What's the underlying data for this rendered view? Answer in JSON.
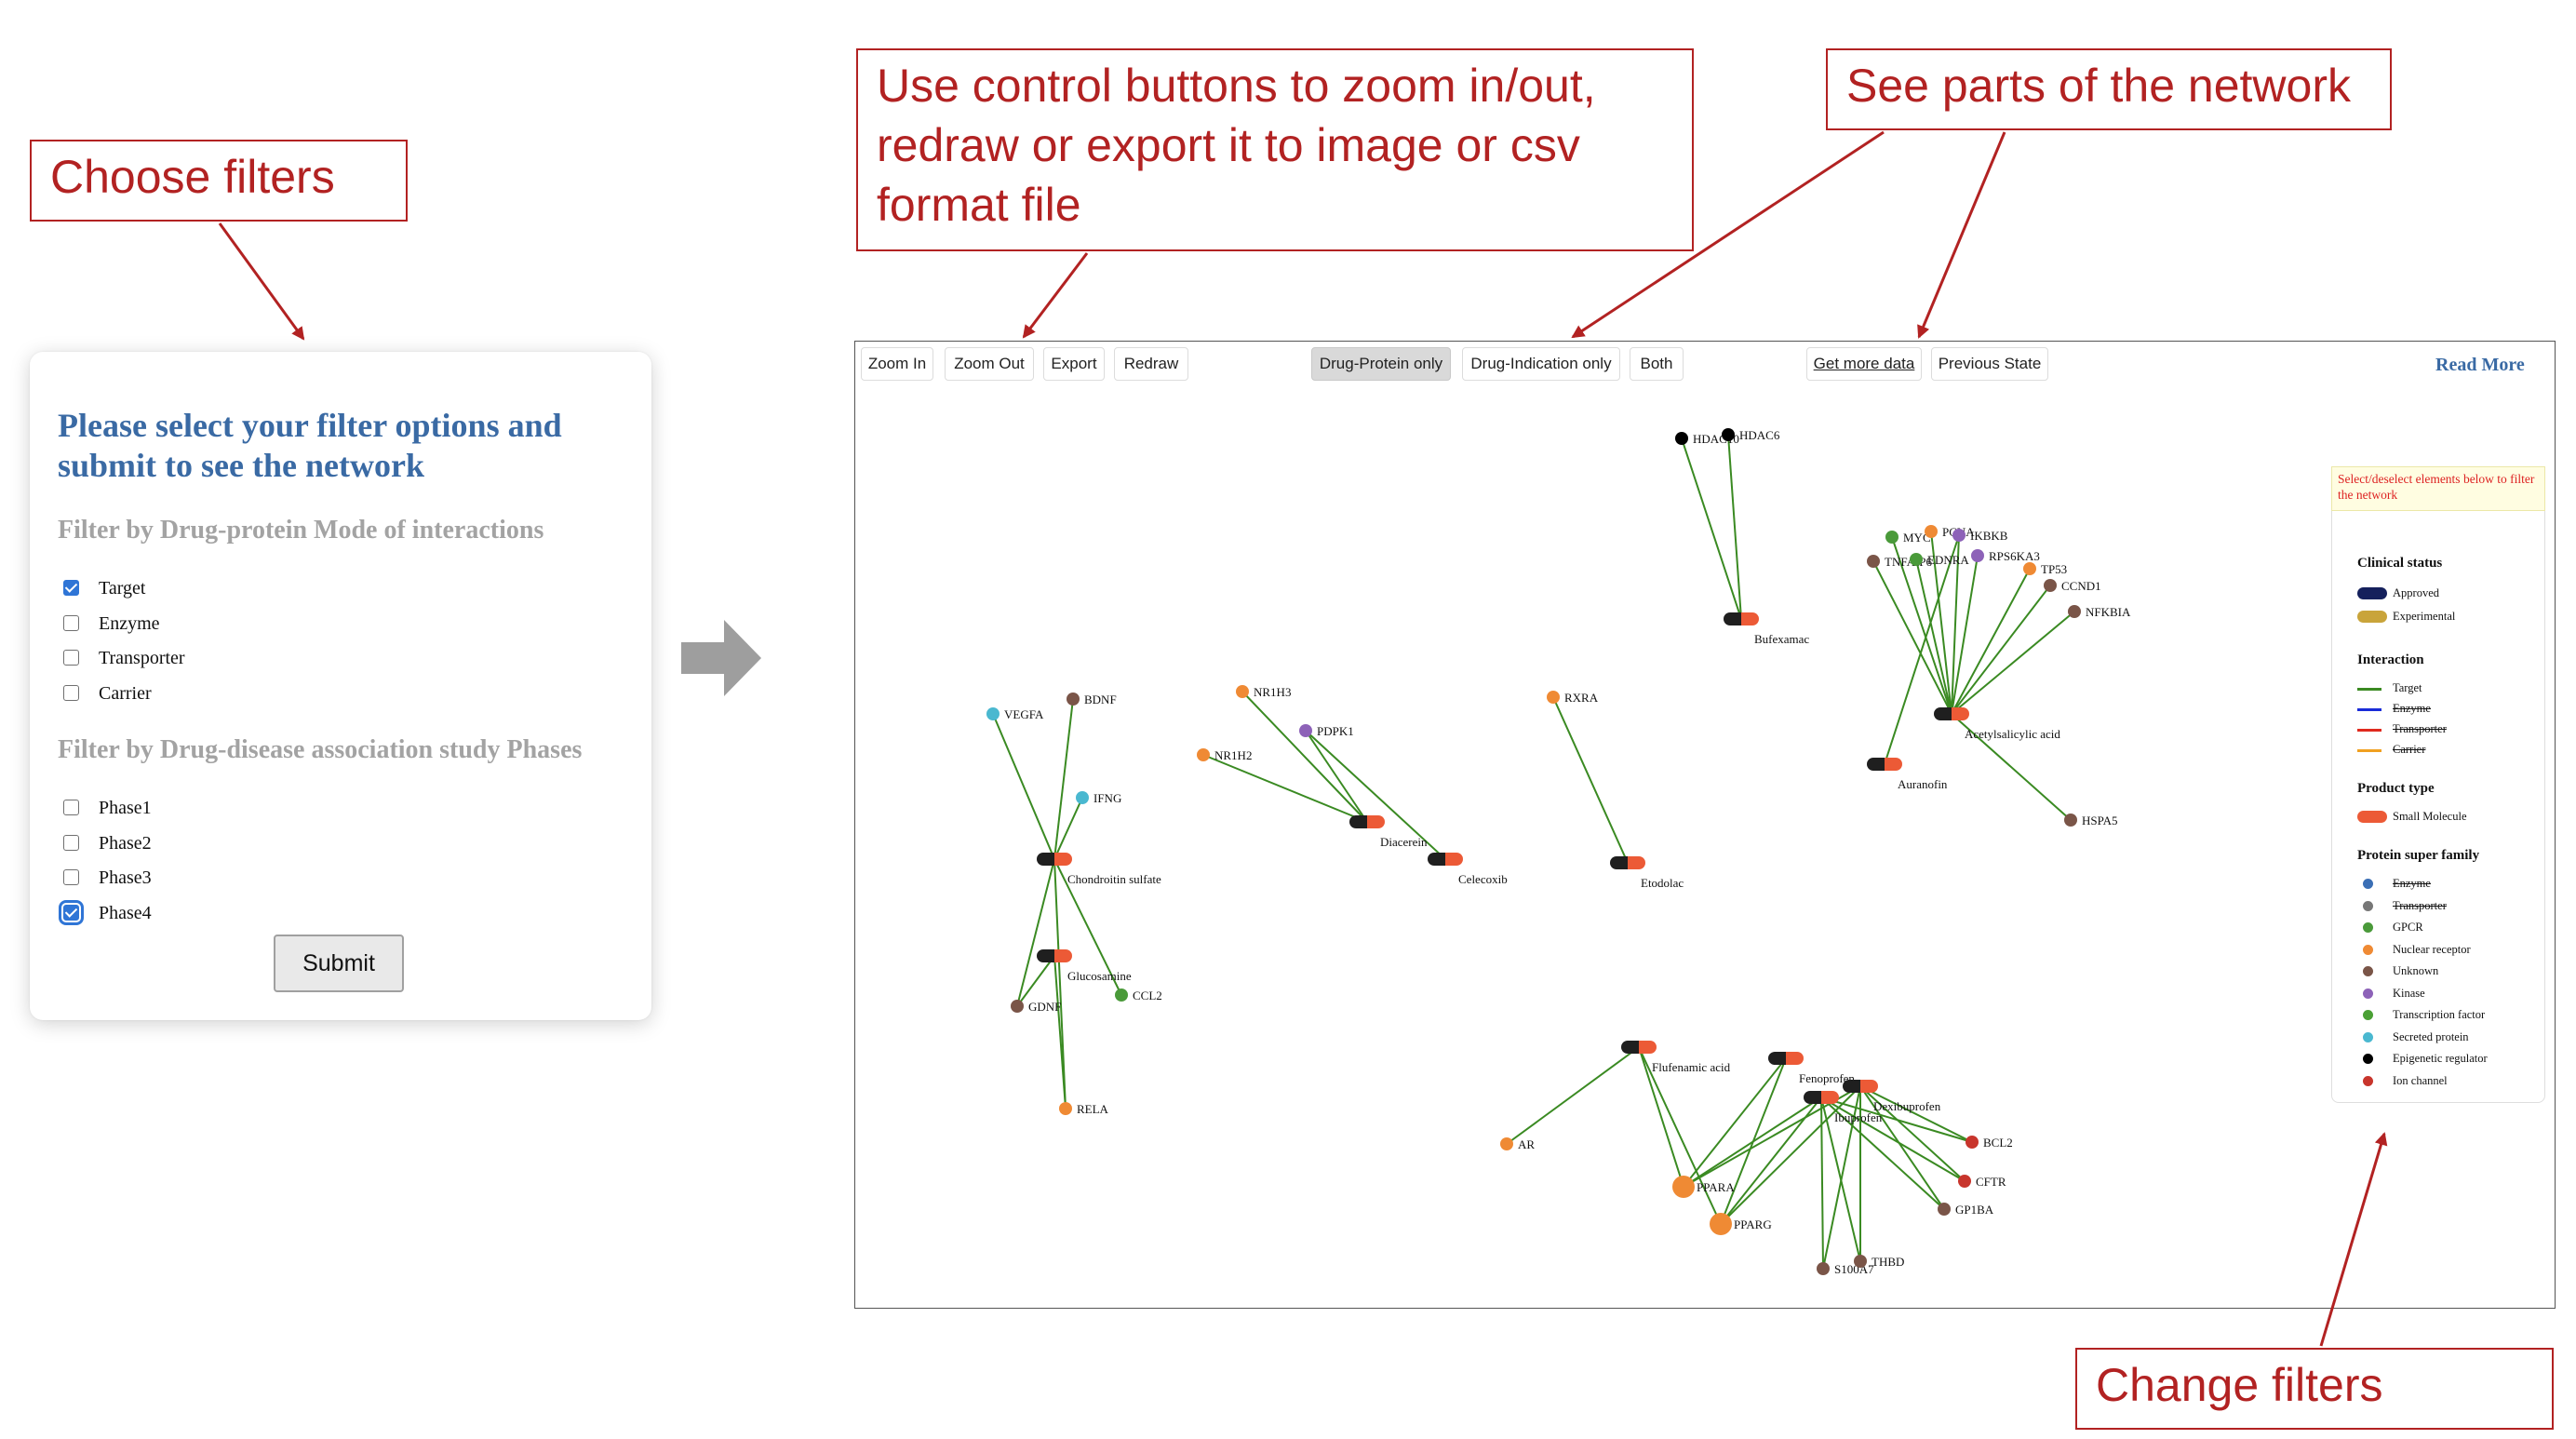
{
  "callouts": {
    "choose_filters": "Choose filters",
    "control_buttons": "Use control buttons to zoom in/out, redraw or export it to image or csv format file",
    "see_parts": "See parts of the network",
    "change_filters": "Change filters"
  },
  "filter_card": {
    "heading": "Please select your filter options and submit to see the network",
    "moi_title": "Filter by Drug-protein Mode of interactions",
    "moi_options": [
      {
        "label": "Target",
        "checked": true
      },
      {
        "label": "Enzyme",
        "checked": false
      },
      {
        "label": "Transporter",
        "checked": false
      },
      {
        "label": "Carrier",
        "checked": false
      }
    ],
    "phase_title": "Filter by Drug-disease association study Phases",
    "phase_options": [
      {
        "label": "Phase1",
        "checked": false
      },
      {
        "label": "Phase2",
        "checked": false
      },
      {
        "label": "Phase3",
        "checked": false
      },
      {
        "label": "Phase4",
        "checked": true
      }
    ],
    "submit": "Submit"
  },
  "toolbar": {
    "zoom_in": "Zoom In",
    "zoom_out": "Zoom Out",
    "export": "Export",
    "redraw": "Redraw",
    "drug_protein": "Drug-Protein only",
    "drug_indication": "Drug-Indication only",
    "both": "Both",
    "get_more": "Get more data",
    "previous_state": "Previous State",
    "read_more": "Read More"
  },
  "legend": {
    "note": "Select/deselect elements below to filter the network",
    "clinical_title": "Clinical status",
    "clinical": [
      {
        "label": "Approved",
        "color": "#15205c"
      },
      {
        "label": "Experimental",
        "color": "#c9a43a"
      }
    ],
    "interaction_title": "Interaction",
    "interaction": [
      {
        "label": "Target",
        "color": "#3a8a22",
        "struck": false
      },
      {
        "label": "Enzyme",
        "color": "#1a2cd8",
        "struck": true
      },
      {
        "label": "Transporter",
        "color": "#e02a1e",
        "struck": true
      },
      {
        "label": "Carrier",
        "color": "#f0a020",
        "struck": true
      }
    ],
    "product_title": "Product type",
    "product": [
      {
        "label": "Small Molecule",
        "color": "#ec5a36"
      }
    ],
    "family_title": "Protein super family",
    "family": [
      {
        "label": "Enzyme",
        "color": "#3b6fb5",
        "struck": true
      },
      {
        "label": "Transporter",
        "color": "#777777",
        "struck": true
      },
      {
        "label": "GPCR",
        "color": "#4a9a3a",
        "struck": false
      },
      {
        "label": "Nuclear receptor",
        "color": "#ef8a34",
        "struck": false
      },
      {
        "label": "Unknown",
        "color": "#7a5548",
        "struck": false
      },
      {
        "label": "Kinase",
        "color": "#8d62b8",
        "struck": false
      },
      {
        "label": "Transcription factor",
        "color": "#4aa035",
        "struck": false
      },
      {
        "label": "Secreted protein",
        "color": "#4ab8d0",
        "struck": false
      },
      {
        "label": "Epigenetic regulator",
        "color": "#000000",
        "struck": false
      },
      {
        "label": "Ion channel",
        "color": "#c8352c",
        "struck": false
      }
    ]
  },
  "network": {
    "edge_color": "#3a8a22",
    "drugs": [
      {
        "id": "d_chondroitin",
        "label": "Chondroitin sulfate"
      },
      {
        "id": "d_glucosamine",
        "label": "Glucosamine"
      },
      {
        "id": "d_diacerein",
        "label": "Diacerein"
      },
      {
        "id": "d_celecoxib",
        "label": "Celecoxib"
      },
      {
        "id": "d_etodolac",
        "label": "Etodolac"
      },
      {
        "id": "d_bufexamac",
        "label": "Bufexamac"
      },
      {
        "id": "d_aspirin",
        "label": "Acetylsalicylic acid"
      },
      {
        "id": "d_auranofin",
        "label": "Auranofin"
      },
      {
        "id": "d_flufenamic",
        "label": "Flufenamic acid"
      },
      {
        "id": "d_fenoprofen",
        "label": "Fenoprofen"
      },
      {
        "id": "d_ibuprofen",
        "label": "Ibuprofen"
      },
      {
        "id": "d_dexibuprofen",
        "label": "Dexibuprofen"
      }
    ],
    "proteins": [
      {
        "id": "VEGFA",
        "label": "VEGFA",
        "family": "Secreted protein"
      },
      {
        "id": "BDNF",
        "label": "BDNF",
        "family": "Unknown"
      },
      {
        "id": "IFNG",
        "label": "IFNG",
        "family": "Secreted protein"
      },
      {
        "id": "GDNF",
        "label": "GDNF",
        "family": "Unknown"
      },
      {
        "id": "CCL2",
        "label": "CCL2",
        "family": "GPCR"
      },
      {
        "id": "RELA",
        "label": "RELA",
        "family": "Nuclear receptor"
      },
      {
        "id": "NR1H3",
        "label": "NR1H3",
        "family": "Nuclear receptor"
      },
      {
        "id": "NR1H2",
        "label": "NR1H2",
        "family": "Nuclear receptor"
      },
      {
        "id": "PDPK1",
        "label": "PDPK1",
        "family": "Kinase"
      },
      {
        "id": "RXRA",
        "label": "RXRA",
        "family": "Nuclear receptor"
      },
      {
        "id": "HDAC10",
        "label": "HDAC10",
        "family": "Epigenetic regulator"
      },
      {
        "id": "HDAC6",
        "label": "HDAC6",
        "family": "Epigenetic regulator"
      },
      {
        "id": "MYC",
        "label": "MYC",
        "family": "GPCR"
      },
      {
        "id": "PCNA",
        "label": "PCNA",
        "family": "Nuclear receptor"
      },
      {
        "id": "IKBKB",
        "label": "IKBKB",
        "family": "Kinase"
      },
      {
        "id": "TNFAIP6",
        "label": "TNFAIP6",
        "family": "Unknown"
      },
      {
        "id": "EDNRA",
        "label": "EDNRA",
        "family": "GPCR"
      },
      {
        "id": "RPS6KA3",
        "label": "RPS6KA3",
        "family": "Kinase"
      },
      {
        "id": "TP53",
        "label": "TP53",
        "family": "Nuclear receptor"
      },
      {
        "id": "CCND1",
        "label": "CCND1",
        "family": "Unknown"
      },
      {
        "id": "NFKBIA",
        "label": "NFKBIA",
        "family": "Unknown"
      },
      {
        "id": "HSPA5",
        "label": "HSPA5",
        "family": "Unknown"
      },
      {
        "id": "AR",
        "label": "AR",
        "family": "Nuclear receptor"
      },
      {
        "id": "PPARA",
        "label": "PPARA",
        "family": "Nuclear receptor"
      },
      {
        "id": "PPARG",
        "label": "PPARG",
        "family": "Nuclear receptor"
      },
      {
        "id": "S100A7",
        "label": "S100A7",
        "family": "Unknown"
      },
      {
        "id": "THBD",
        "label": "THBD",
        "family": "Unknown"
      },
      {
        "id": "BCL2",
        "label": "BCL2",
        "family": "Ion channel"
      },
      {
        "id": "CFTR",
        "label": "CFTR",
        "family": "Ion channel"
      },
      {
        "id": "GP1BA",
        "label": "GP1BA",
        "family": "Unknown"
      }
    ],
    "edges": [
      [
        "d_chondroitin",
        "VEGFA"
      ],
      [
        "d_chondroitin",
        "BDNF"
      ],
      [
        "d_chondroitin",
        "IFNG"
      ],
      [
        "d_chondroitin",
        "GDNF"
      ],
      [
        "d_chondroitin",
        "CCL2"
      ],
      [
        "d_chondroitin",
        "RELA"
      ],
      [
        "d_glucosamine",
        "GDNF"
      ],
      [
        "d_glucosamine",
        "RELA"
      ],
      [
        "d_diacerein",
        "NR1H3"
      ],
      [
        "d_diacerein",
        "NR1H2"
      ],
      [
        "d_diacerein",
        "PDPK1"
      ],
      [
        "d_celecoxib",
        "PDPK1"
      ],
      [
        "d_etodolac",
        "RXRA"
      ],
      [
        "d_bufexamac",
        "HDAC10"
      ],
      [
        "d_bufexamac",
        "HDAC6"
      ],
      [
        "d_aspirin",
        "MYC"
      ],
      [
        "d_aspirin",
        "PCNA"
      ],
      [
        "d_aspirin",
        "IKBKB"
      ],
      [
        "d_aspirin",
        "TNFAIP6"
      ],
      [
        "d_aspirin",
        "EDNRA"
      ],
      [
        "d_aspirin",
        "RPS6KA3"
      ],
      [
        "d_aspirin",
        "TP53"
      ],
      [
        "d_aspirin",
        "CCND1"
      ],
      [
        "d_aspirin",
        "NFKBIA"
      ],
      [
        "d_aspirin",
        "HSPA5"
      ],
      [
        "d_auranofin",
        "IKBKB"
      ],
      [
        "d_flufenamic",
        "AR"
      ],
      [
        "d_flufenamic",
        "PPARA"
      ],
      [
        "d_flufenamic",
        "PPARG"
      ],
      [
        "d_fenoprofen",
        "PPARA"
      ],
      [
        "d_fenoprofen",
        "PPARG"
      ],
      [
        "d_ibuprofen",
        "PPARA"
      ],
      [
        "d_ibuprofen",
        "PPARG"
      ],
      [
        "d_ibuprofen",
        "S100A7"
      ],
      [
        "d_ibuprofen",
        "THBD"
      ],
      [
        "d_ibuprofen",
        "BCL2"
      ],
      [
        "d_ibuprofen",
        "CFTR"
      ],
      [
        "d_ibuprofen",
        "GP1BA"
      ],
      [
        "d_dexibuprofen",
        "PPARA"
      ],
      [
        "d_dexibuprofen",
        "PPARG"
      ],
      [
        "d_dexibuprofen",
        "S100A7"
      ],
      [
        "d_dexibuprofen",
        "THBD"
      ],
      [
        "d_dexibuprofen",
        "BCL2"
      ],
      [
        "d_dexibuprofen",
        "CFTR"
      ],
      [
        "d_dexibuprofen",
        "GP1BA"
      ]
    ]
  }
}
